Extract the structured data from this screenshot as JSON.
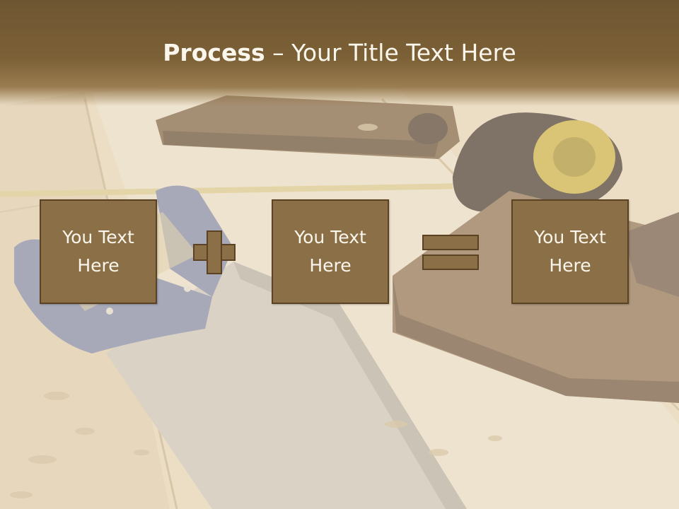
{
  "slide": {
    "title_bold": "Process",
    "title_rest": " – Your Title Text Here",
    "boxes": [
      {
        "text": "You Text\nHere"
      },
      {
        "text": "You Text\nHere"
      },
      {
        "text": "You Text\nHere"
      }
    ]
  },
  "background_icons": [
    "hand-saw-icon",
    "tape-measure-icon",
    "wood-plane-icon",
    "wood-shavings-icon"
  ],
  "colors": {
    "title_band": "#7c6036",
    "box_fill": "#8b6f47",
    "box_border": "#5b4222",
    "text_light": "#fbf6ec",
    "wood": "#e8dcc3"
  }
}
